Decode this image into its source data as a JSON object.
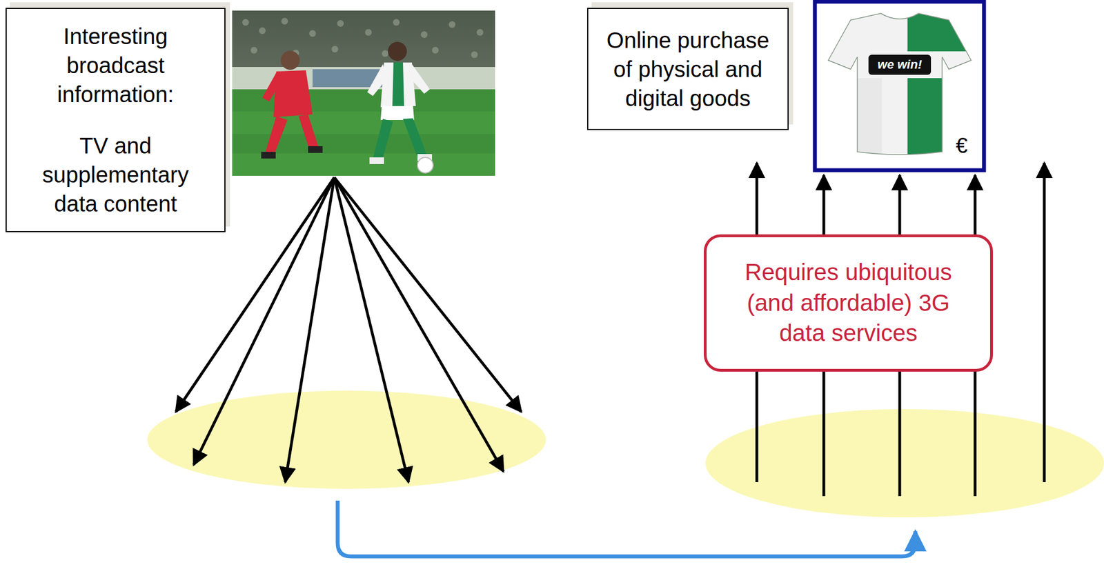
{
  "diagram": {
    "nodes": [
      {
        "text": [
          "Interesting broadcast information:",
          "TV and supplementary data content"
        ]
      },
      {
        "text": [
          "Online purchase of physical and digital goods"
        ]
      },
      {
        "text": [
          "Requires ubiquitous (and affordable) 3G data services"
        ]
      }
    ],
    "labels": [
      "we win!",
      "€"
    ]
  }
}
